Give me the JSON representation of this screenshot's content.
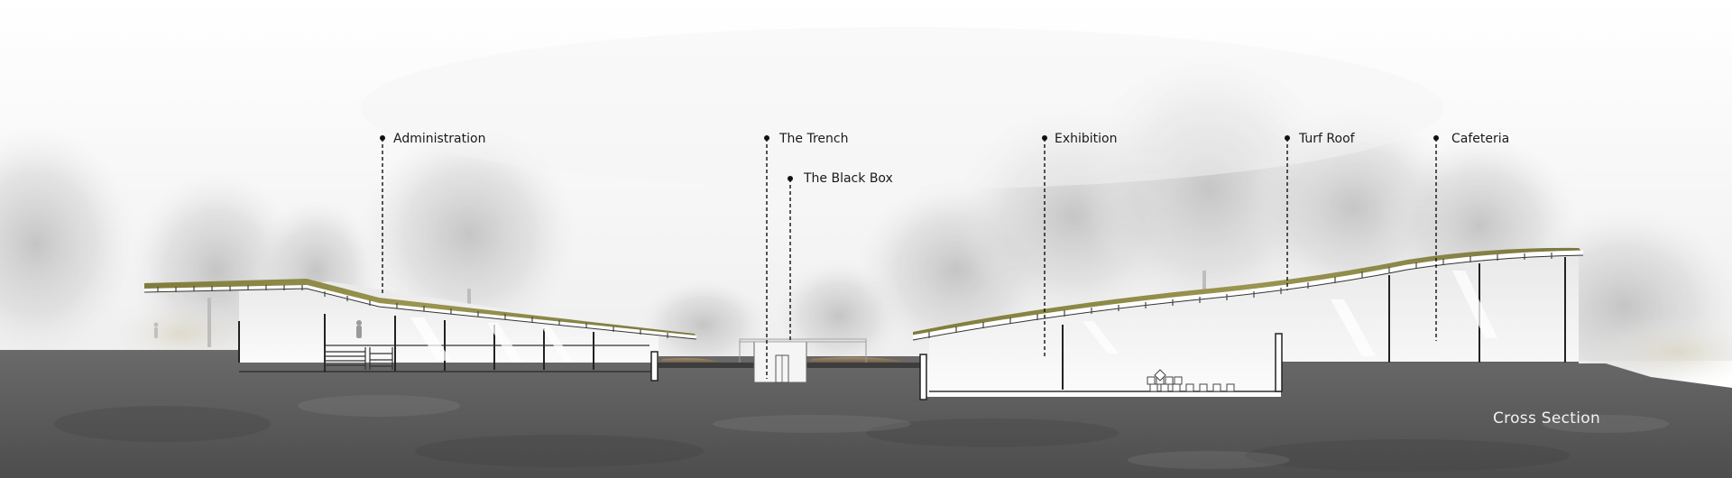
{
  "labels": {
    "administration": "Administration",
    "trench": "The Trench",
    "black_box": "The Black Box",
    "exhibition": "Exhibition",
    "turf_roof": "Turf Roof",
    "cafeteria": "Cafeteria"
  },
  "caption": "Cross Section",
  "colors": {
    "ground": "#5a5a5a",
    "ground_dark": "#4a4a4a",
    "turf": "#8f8a45",
    "wall": "#f4f4f4",
    "leader": "#111111",
    "fog": "#d9d9d9"
  }
}
